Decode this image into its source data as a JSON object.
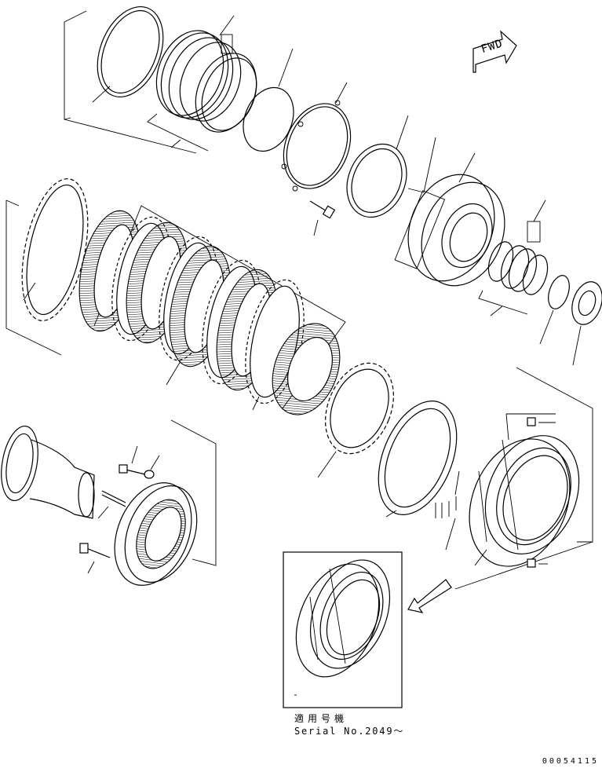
{
  "diagram": {
    "direction_marker": {
      "label": "FWD",
      "icon": "direction-arrow-icon"
    },
    "applicability_note": {
      "line1": "適用号機",
      "line2": "Serial No.2049～"
    },
    "figure_code": "00054115",
    "colors": {
      "ink": "#000000",
      "paper": "#ffffff"
    }
  }
}
